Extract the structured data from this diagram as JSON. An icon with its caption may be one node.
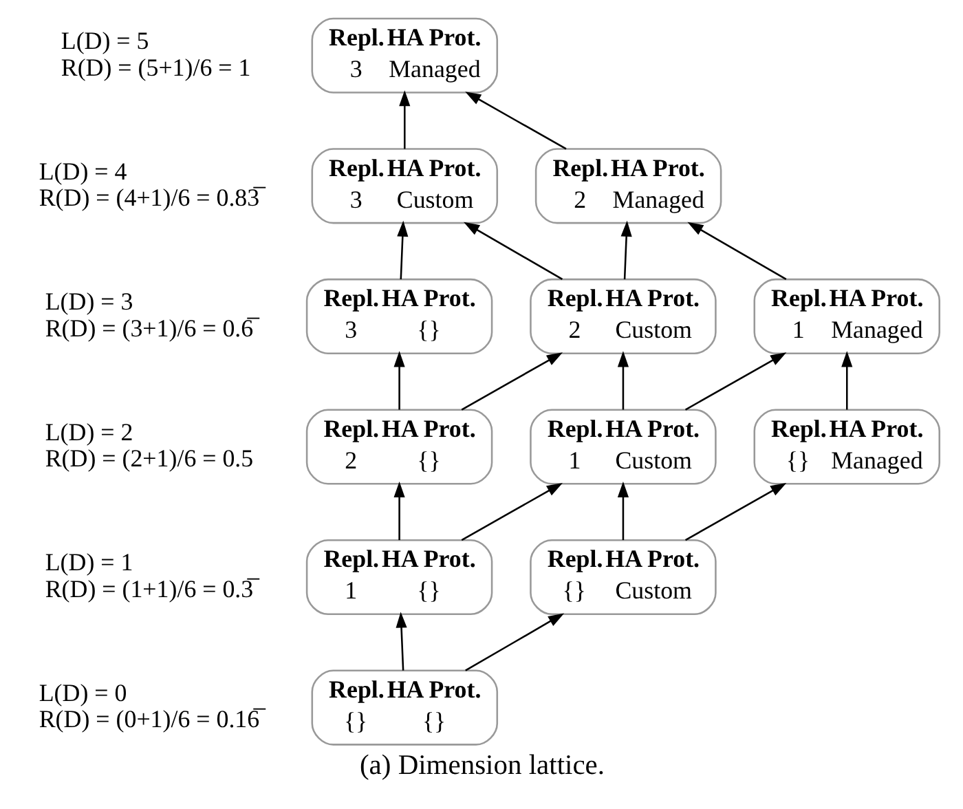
{
  "diagram": {
    "caption": "(a) Dimension lattice.",
    "nodes": [
      {
        "text": [
          "Repl.",
          "HA Prot.",
          "3",
          "Managed"
        ]
      },
      {
        "text": [
          "Repl.",
          "HA Prot.",
          "3",
          "Custom"
        ]
      },
      {
        "text": [
          "Repl.",
          "HA Prot.",
          "2",
          "Managed"
        ]
      },
      {
        "text": [
          "Repl.",
          "HA Prot.",
          "3",
          "{}"
        ]
      },
      {
        "text": [
          "Repl.",
          "HA Prot.",
          "2",
          "Custom"
        ]
      },
      {
        "text": [
          "Repl.",
          "HA Prot.",
          "1",
          "Managed"
        ]
      },
      {
        "text": [
          "Repl.",
          "HA Prot.",
          "2",
          "{}"
        ]
      },
      {
        "text": [
          "Repl.",
          "HA Prot.",
          "1",
          "Custom"
        ]
      },
      {
        "text": [
          "Repl.",
          "HA Prot.",
          "{}",
          "Managed"
        ]
      },
      {
        "text": [
          "Repl.",
          "HA Prot.",
          "1",
          "{}"
        ]
      },
      {
        "text": [
          "Repl.",
          "HA Prot.",
          "{}",
          "Custom"
        ]
      },
      {
        "text": [
          "Repl.",
          "HA Prot.",
          "{}",
          "{}"
        ]
      }
    ],
    "edges": [
      {
        "from": 11,
        "to": 9,
        "arrow": "to"
      },
      {
        "from": 11,
        "to": 10,
        "arrow": "to"
      },
      {
        "from": 9,
        "to": 6,
        "arrow": "to"
      },
      {
        "from": 9,
        "to": 7,
        "arrow": "to"
      },
      {
        "from": 10,
        "to": 7,
        "arrow": "to"
      },
      {
        "from": 10,
        "to": 8,
        "arrow": "to"
      },
      {
        "from": 6,
        "to": 3,
        "arrow": "to"
      },
      {
        "from": 6,
        "to": 4,
        "arrow": "to"
      },
      {
        "from": 7,
        "to": 4,
        "arrow": "to"
      },
      {
        "from": 7,
        "to": 5,
        "arrow": "to"
      },
      {
        "from": 8,
        "to": 5,
        "arrow": "to"
      },
      {
        "from": 3,
        "to": 1,
        "arrow": "to"
      },
      {
        "from": 4,
        "to": 1,
        "arrow": "to"
      },
      {
        "from": 4,
        "to": 2,
        "arrow": "to"
      },
      {
        "from": 5,
        "to": 2,
        "arrow": "to"
      },
      {
        "from": 1,
        "to": 0,
        "arrow": "to"
      },
      {
        "from": 2,
        "to": 0,
        "arrow": "to"
      }
    ],
    "labels": [
      "L(D) = 5",
      "R(D) = (5+1)/6 = 1",
      "L(D) = 4",
      "R(D) = (4+1)/6 = 0.83̅",
      "L(D) = 3",
      "R(D) = (3+1)/6 = 0.6̅",
      "L(D) = 2",
      "R(D) = (2+1)/6 = 0.5",
      "L(D) = 1",
      "R(D) = (1+1)/6 = 0.3̅",
      "L(D) = 0",
      "R(D) = (0+1)/6 = 0.16̅"
    ]
  }
}
